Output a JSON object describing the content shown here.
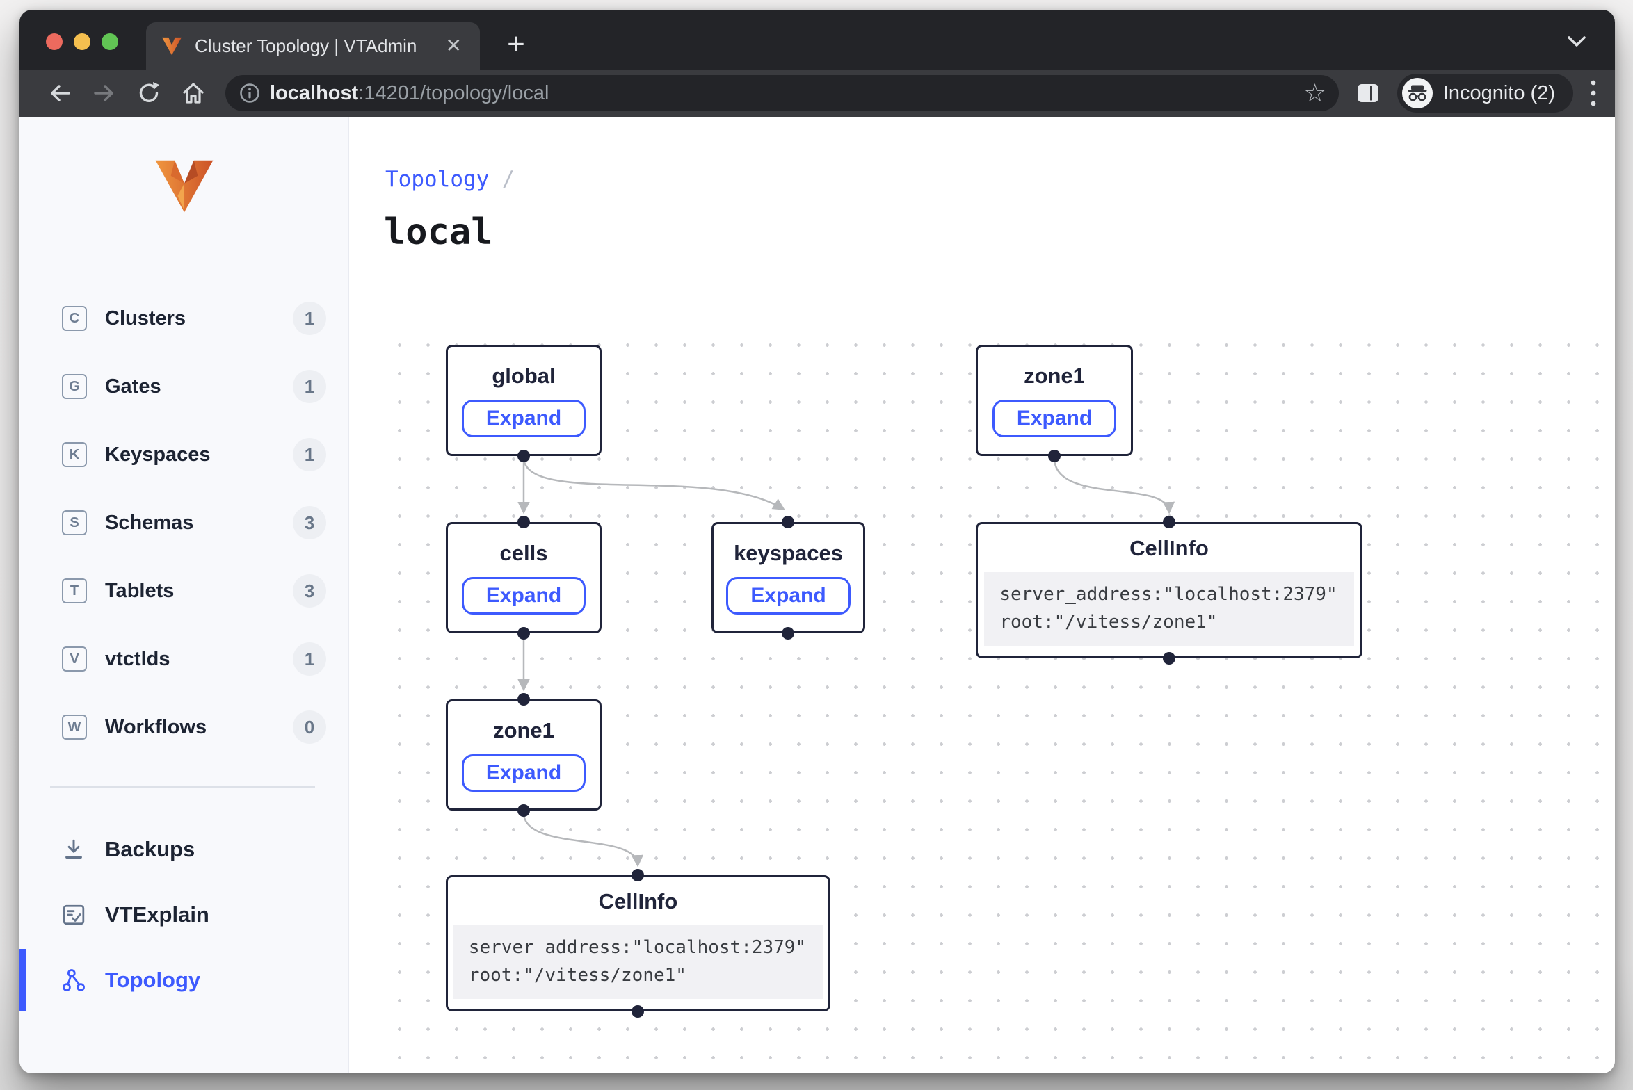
{
  "browser": {
    "tab_title": "Cluster Topology | VTAdmin",
    "close_glyph": "✕",
    "new_tab_glyph": "+",
    "url_host": "localhost",
    "url_rest": ":14201/topology/local",
    "star_glyph": "☆",
    "incognito_label": "Incognito (2)"
  },
  "sidebar": {
    "items": [
      {
        "letter": "C",
        "label": "Clusters",
        "count": "1"
      },
      {
        "letter": "G",
        "label": "Gates",
        "count": "1"
      },
      {
        "letter": "K",
        "label": "Keyspaces",
        "count": "1"
      },
      {
        "letter": "S",
        "label": "Schemas",
        "count": "3"
      },
      {
        "letter": "T",
        "label": "Tablets",
        "count": "3"
      },
      {
        "letter": "V",
        "label": "vtctlds",
        "count": "1"
      },
      {
        "letter": "W",
        "label": "Workflows",
        "count": "0"
      }
    ],
    "tools": [
      {
        "label": "Backups"
      },
      {
        "label": "VTExplain"
      },
      {
        "label": "Topology"
      }
    ]
  },
  "main": {
    "breadcrumb_parent": "Topology",
    "breadcrumb_separator": "/",
    "title": "local"
  },
  "graph": {
    "nodes": [
      {
        "id": "global",
        "title": "global",
        "button": "Expand"
      },
      {
        "id": "zone1-top",
        "title": "zone1",
        "button": "Expand"
      },
      {
        "id": "cells",
        "title": "cells",
        "button": "Expand"
      },
      {
        "id": "keyspaces",
        "title": "keyspaces",
        "button": "Expand"
      },
      {
        "id": "cellinfo-right",
        "title": "CellInfo",
        "code": [
          "server_address:\"localhost:2379\"",
          "root:\"/vitess/zone1\""
        ]
      },
      {
        "id": "zone1-bottom",
        "title": "zone1",
        "button": "Expand"
      },
      {
        "id": "cellinfo-bottom",
        "title": "CellInfo",
        "code": [
          "server_address:\"localhost:2379\"",
          "root:\"/vitess/zone1\""
        ]
      }
    ],
    "edges": [
      "global→cells",
      "global→keyspaces",
      "cells→zone1",
      "zone1→cellinfo-bottom",
      "zone1→cellinfo-right"
    ]
  },
  "colors": {
    "accent_blue": "#3d5afe",
    "node_border": "#20243a",
    "edge_gray": "#b6b8bb",
    "traffic_red": "#ec6a5e",
    "traffic_yellow": "#f5bf4f",
    "traffic_green": "#61c554",
    "vitess_orange": "#e87332"
  }
}
